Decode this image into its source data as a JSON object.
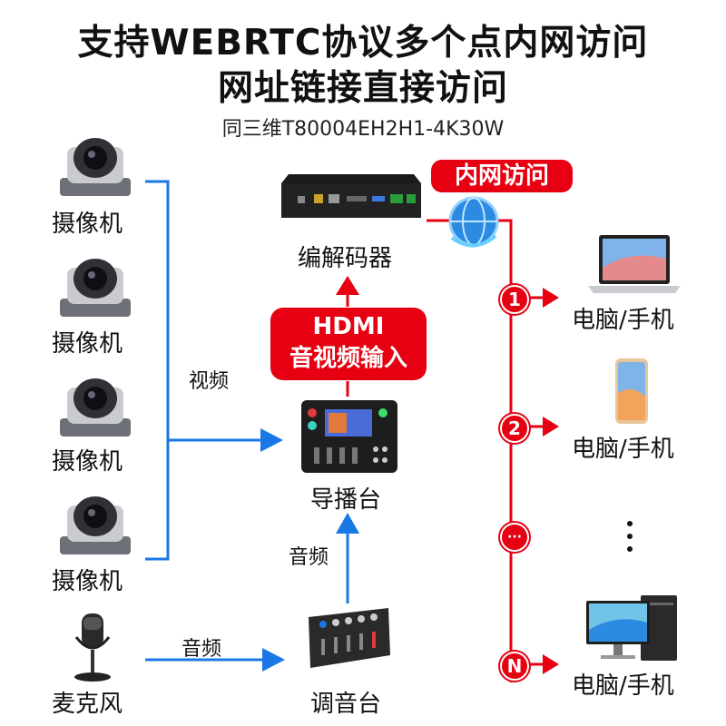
{
  "header": {
    "title_line1": "支持WEBRTC协议多个点内网访问",
    "title_line2": "网址链接直接访问",
    "model": "同三维T80004EH2H1-4K30W"
  },
  "sources": {
    "camera_label": "摄像机",
    "mic_label": "麦克风"
  },
  "flow": {
    "video_label": "视频",
    "audio_label_mixer_to_switcher": "音频",
    "audio_label_mic_to_mixer": "音频"
  },
  "devices": {
    "encoder_label": "编解码器",
    "switcher_label": "导播台",
    "mixer_label": "调音台",
    "hdmi_box_line1": "HDMI",
    "hdmi_box_line2": "音视频输入"
  },
  "network": {
    "lan_access_label": "内网访问",
    "clients": [
      {
        "badge": "1",
        "label": "电脑/手机",
        "icon": "laptop-icon"
      },
      {
        "badge": "2",
        "label": "电脑/手机",
        "icon": "smartphone-icon"
      },
      {
        "badge": "···",
        "label": "",
        "icon": "ellipsis-icon"
      },
      {
        "badge": "N",
        "label": "电脑/手机",
        "icon": "desktop-pc-icon"
      }
    ]
  },
  "colors": {
    "accent_red": "#e60012",
    "line_blue": "#1a78e6"
  }
}
